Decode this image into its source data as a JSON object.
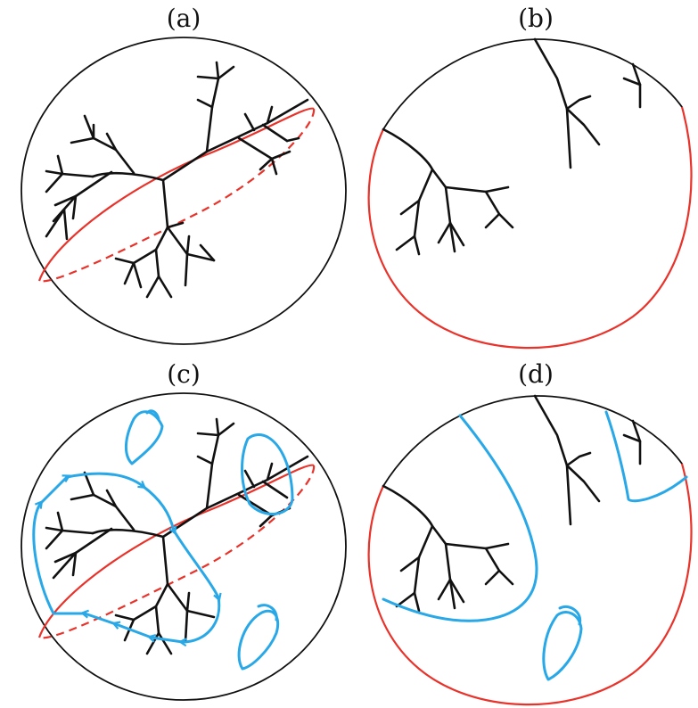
{
  "panels": [
    {
      "label": "(a)"
    },
    {
      "label": "(b)"
    },
    {
      "label": "(c)"
    },
    {
      "label": "(d)"
    }
  ],
  "colors": {
    "outline": "#111111",
    "red_boundary": "#e8322a",
    "blue_loops": "#29a8e8"
  }
}
